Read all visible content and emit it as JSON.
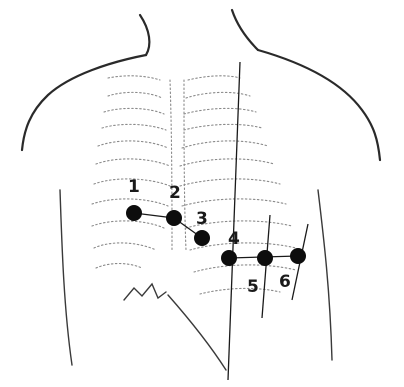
{
  "diagram": {
    "electrodes": [
      {
        "label": "1"
      },
      {
        "label": "2"
      },
      {
        "label": "3"
      },
      {
        "label": "4"
      },
      {
        "label": "5"
      },
      {
        "label": "6"
      }
    ]
  }
}
